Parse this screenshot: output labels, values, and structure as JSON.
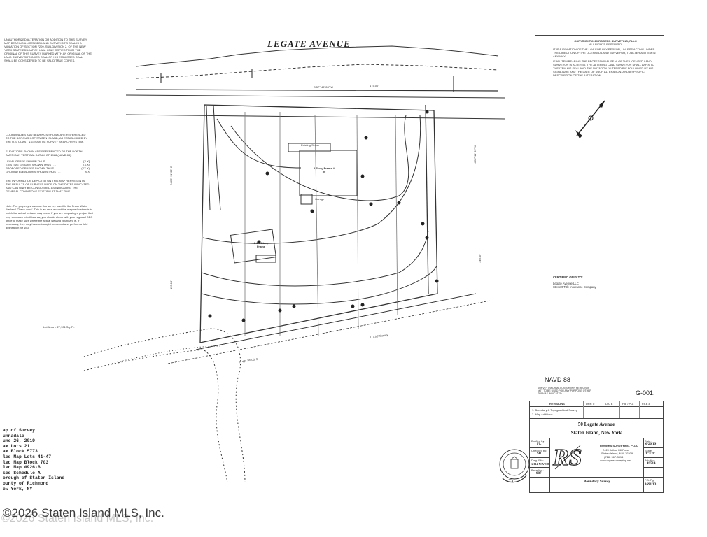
{
  "street_name": "LEGATE AVENUE",
  "top_left_notes": "UNAUTHORIZED ALTERATION OR ADDITION TO THIS SURVEY MAP BEARING A LICENSED LAND SURVEYOR'S SEAL IS A VIOLATION OF SECTION 7209, SUB-DIVISION 2, OF THE NEW YORK STATE EDUCATION LAW. ONLY COPIES FROM THE ORIGINAL OF THIS SURVEY MARKED WITH AN ORIGINAL OF THE LAND SURVEYOR'S INKED SEAL OR HIS EMBOSSED SEAL SHALL BE CONSIDERED TO BE VALID TRUE COPIES.",
  "datum_notes": "COORDINATES AND BEARINGS SHOWN ARE REFERENCED TO THE BOROUGH OF STATEN ISLAND, AS ESTABLISHED BY THE U.S. COAST & GEODETIC SURVEY BRANCH SYSTEM.",
  "elevation_notes": "ELEVATIONS SHOWN ARE REFERENCED TO THE NORTH AMERICAN VERTICAL DATUM OF 1988 (NAVD 88).",
  "legend": [
    {
      "label": "LEGAL GRADE SHOWN THUS . . . . .",
      "sample": "[X.X]"
    },
    {
      "label": "EXISTING GRADES SHOWN THUS . . . .",
      "sample": "[X.X]"
    },
    {
      "label": "PROPOSED GRADES SHOWN THUS . . . .",
      "sample": "(XX.X)"
    },
    {
      "label": "GROUND ELEVATIONS SHOWN THUS . . . .",
      "sample": "X.X"
    }
  ],
  "info_note": "THE INFORMATION DEPICTED ON THIS MAP REPRESENTS THE RESULTS OF SURVEYS MADE ON THE DATES INDICATED AND CAN ONLY BE CONSIDERED AS INDICATING THE GENERAL CONDITIONS EXISTING AT THAT TIME.",
  "flood_note": "Note: The property shown on this survey is within the Fresh Water Wetland 'Check zone'. This is an area around the mapped wetlands in which the actual wetland may occur. If you are proposing a project that may encroach into this area, you should check with your regional DEC office to make sure where the actual wetland boundary is. If necessary, they may have a biologist come out and perform a field delineation for you.",
  "lot_area": "Lot Area = 27,101 Sq. Ft.",
  "map_labels": {
    "bearing_top": "S 57° 48' 28\" W",
    "dist_top": "175.00'",
    "bearing_right": "N 28° 11' 32\" W",
    "bearing_left": "N 28° 11' 32\" E",
    "dist_right": "140.00'",
    "dist_left": "155.18'",
    "bearing_bottom": "N 42° 36' 00\" E",
    "dist_bottom": "177.06' Survey",
    "house": "2 Story Frame # 50",
    "shed": "1 1/2 Story Frame",
    "sewer_line": "Existing Sewer",
    "garage": "Garage"
  },
  "copyright": {
    "title": "COPYRIGHT 2019 ROGERS SURVEYING, PLLC",
    "subtitle": "ALL RIGHTS RESERVED",
    "text1": "IT IS A VIOLATION OF THE LAW FOR ANY PERSON, UNLESS ACTING UNDER THE DIRECTION OF THE LICENSED LAND SURVEYOR, TO ALTER AN ITEM IN ANY WAY.",
    "text2": "IF AN ITEM BEARING THE PROFESSIONAL SEAL OF THE LICENSED LAND SURVEYOR IS ALTERED, THE ALTERING LAND SURVEYOR SHALL AFFIX TO THE ITEM HIS SEAL AND THE NOTATION \"ALTERED BY\" FOLLOWED BY HIS SIGNATURE AND THE DATE OF SUCH ALTERATION, AND A SPECIFIC DESCRIPTION OF THE ALTERATION."
  },
  "certified": {
    "heading": "CERTIFIED ONLY TO:",
    "line1": "Legate Avenue LLC",
    "line2": "Stewart Title Insurance Company"
  },
  "navd": "NAVD 88",
  "sheet_id": "G-001.",
  "revision_note": "SURVEY INFORMATION SHOWN HEREON IS NOT TO BE USED FOR ANY PURPOSE OTHER THAN AS INDICATED",
  "revisions_header": "REVISIONS",
  "revision_cols": [
    "DRP. #",
    "DATE",
    "FB. / PG.",
    "FILE #"
  ],
  "revision_rows": [
    "1. Boundary & Topographical Survey",
    "2. Map Additions"
  ],
  "title_block": {
    "address": "50 Legate Avenue",
    "location": "Staten Island, New York",
    "drafted_by_label": "Drafted by:",
    "drafted_by": "PL",
    "checked_by_label": "Checked by:",
    "checked_by": "SB",
    "dwg_file_label": "Dwg. File:",
    "dwg_file": "K-014-NAVD88",
    "date_label": "Date:",
    "date": "6/26/19",
    "scale_label": "Scale:",
    "scale": "1\"=20'",
    "job_label": "Job No.:",
    "job": "49514",
    "fb_label": "F.B./Pg.",
    "fb": "1691/13",
    "base_label": "Base No.:",
    "base": "087",
    "survey_type": "Boundary Survey",
    "company": "ROGERS SURVEYING, PLLC",
    "company_addr1": "2420 Arthur Kill Road",
    "company_addr2": "Staten Island, N.Y. 10309",
    "company_phone": "(718) 967-3314",
    "company_web": "www.rogerssurveying.net"
  },
  "bottom_left_info": [
    "ap of Survey",
    "unnadale",
    "une 26, 2019",
    "ax Lots  21",
    "ax Block  5773",
    "led Map Lots 41-47",
    "led Map Block 703",
    "led Map #926-B",
    "sed      Schedule A",
    "orough of Staten Island",
    "ounty of Richmond",
    "ew York, NY"
  ],
  "watermark": "©2026 Staten Island MLS, Inc.",
  "colors": {
    "ink": "#2a2a2a",
    "paper": "#ffffff",
    "watermark": "#3c3c3c"
  }
}
